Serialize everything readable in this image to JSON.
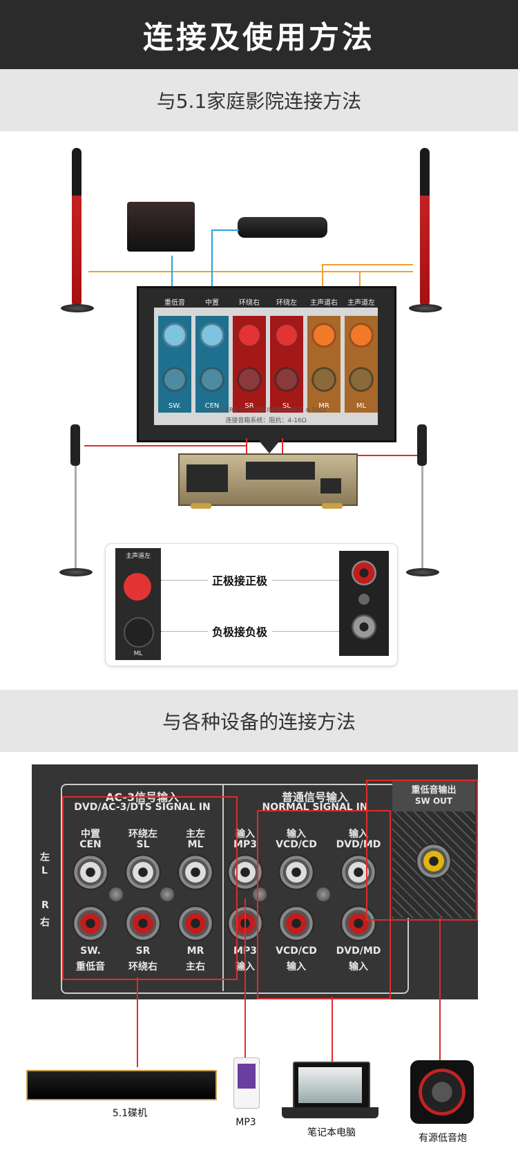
{
  "banner": {
    "title": "连接及使用方法"
  },
  "section1": {
    "title": "与5.1家庭影院连接方法",
    "terminals": [
      {
        "cn": "重低音",
        "code": "SW.",
        "color": "#1f6f8f",
        "knob": "#7ec3e0"
      },
      {
        "cn": "中置",
        "code": "CEN",
        "color": "#1f6f8f",
        "knob": "#7ec3e0"
      },
      {
        "cn": "环绕右",
        "code": "SR",
        "color": "#a51818",
        "knob": "#e23434"
      },
      {
        "cn": "环绕左",
        "code": "SL",
        "color": "#a51818",
        "knob": "#e23434"
      },
      {
        "cn": "主声道右",
        "code": "MR",
        "color": "#a8682a",
        "knob": "#f07a2a"
      },
      {
        "cn": "主声道左",
        "code": "ML",
        "color": "#a8682a",
        "knob": "#f07a2a"
      }
    ],
    "panel_caption_1": "SPEAKERS SYSTEM(IMPEDANCE 4-16Ω)",
    "panel_caption_2": "连接音箱系统：阻抗：4-16Ω",
    "inset": {
      "term_name": "主声道左",
      "term_code": "ML",
      "positive": "正极接正极",
      "negative": "负极接负极"
    }
  },
  "section2": {
    "title": "与各种设备的连接方法",
    "group_ac3_cn": "AC-3信号输入",
    "group_ac3_en": "DVD/AC-3/DTS SIGNAL IN",
    "group_normal_cn": "普通信号输入",
    "group_normal_en": "NORMAL SIGNAL IN",
    "sw_out_cn": "重低音输出",
    "sw_out_en": "SW OUT",
    "left_cn": "左",
    "left_en": "L",
    "right_en": "R",
    "right_cn": "右",
    "columns": [
      {
        "top1": "中置",
        "top2": "CEN",
        "bot1": "SW.",
        "bot2": "重低音"
      },
      {
        "top1": "环绕左",
        "top2": "SL",
        "bot1": "SR",
        "bot2": "环绕右"
      },
      {
        "top1": "主左",
        "top2": "ML",
        "bot1": "MR",
        "bot2": "主右"
      },
      {
        "top1": "输入",
        "top2": "MP3",
        "bot1": "MP3",
        "bot2": "输入"
      },
      {
        "top1": "输入",
        "top2": "VCD/CD",
        "bot1": "VCD/CD",
        "bot2": "输入"
      },
      {
        "top1": "输入",
        "top2": "DVD/MD",
        "bot1": "DVD/MD",
        "bot2": "输入"
      }
    ],
    "devices": {
      "dvd": "5.1碟机",
      "mp3": "MP3",
      "laptop": "笔记本电脑",
      "subwoofer": "有源低音炮"
    }
  },
  "colors": {
    "banner_bg": "#2b2b2b",
    "head_bg": "#e6e6e6",
    "accent_red": "#e12a2a",
    "cable_orange": "#f0a030",
    "cable_blue": "#2aa0e0"
  }
}
